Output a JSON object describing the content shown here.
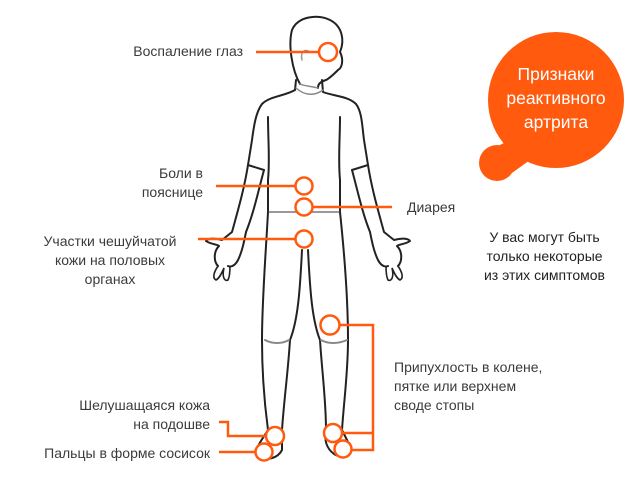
{
  "colors": {
    "accent": "#FF5A0E",
    "outline": "#222222",
    "text": "#3b3b3b"
  },
  "badge": {
    "title_lines": [
      "Признаки",
      "реактивного",
      "артрита"
    ]
  },
  "note": {
    "lines": [
      "У вас могут быть",
      "только некоторые",
      "из этих симптомов"
    ]
  },
  "labels": {
    "eyes": "Воспаление глаз",
    "lower_back": [
      "Боли в",
      "пояснице"
    ],
    "diarrhea": "Диарея",
    "genital_skin": [
      "Участки чешуйчатой",
      "кожи на половых",
      "органах"
    ],
    "swelling": [
      "Припухлость в колене,",
      "пятке или верхнем",
      "своде стопы"
    ],
    "sole_skin": [
      "Шелушащаяся кожа",
      "на подошве"
    ],
    "sausage_toes": "Пальцы в форме сосисок"
  }
}
